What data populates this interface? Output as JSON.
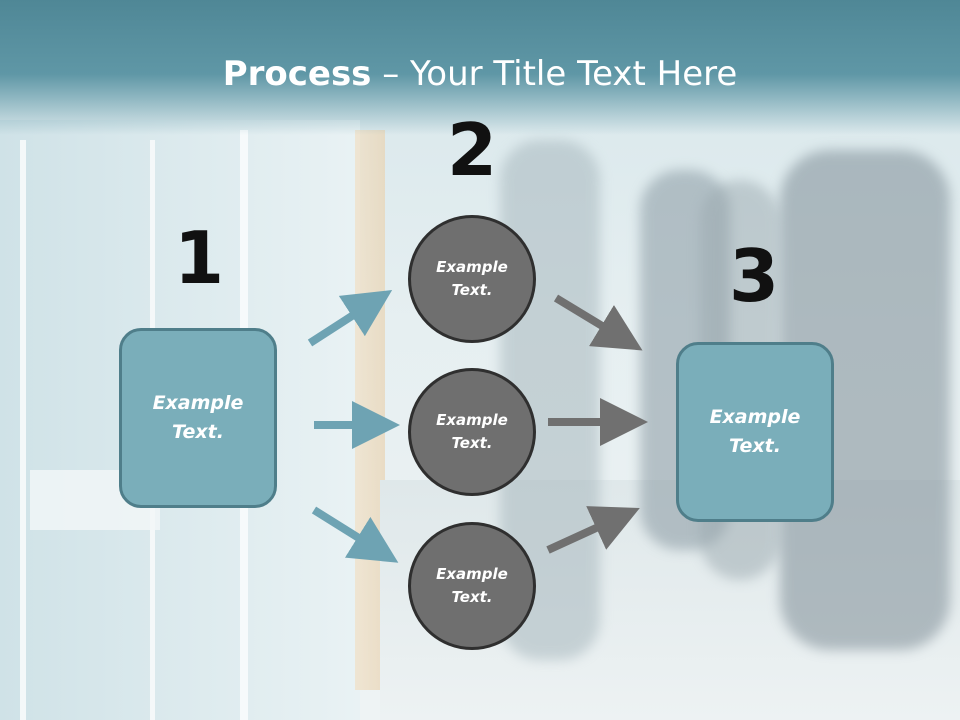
{
  "slide": {
    "title_bold": "Process",
    "title_rest": " – Your Title Text Here"
  },
  "step_numbers": [
    "1",
    "2",
    "3"
  ],
  "left_box": {
    "text": "Example\nText."
  },
  "circles": [
    {
      "text": "Example\nText."
    },
    {
      "text": "Example\nText."
    },
    {
      "text": "Example\nText."
    }
  ],
  "right_box": {
    "text": "Example\nText."
  },
  "colors": {
    "header": "#5f97a6",
    "box_fill": "#7aaeba",
    "box_border": "#4f7e8a",
    "circle_fill": "#6f6f6f",
    "circle_border": "#2f2f2f",
    "arrow_blue": "#6ea3b3",
    "arrow_gray": "#707070"
  }
}
